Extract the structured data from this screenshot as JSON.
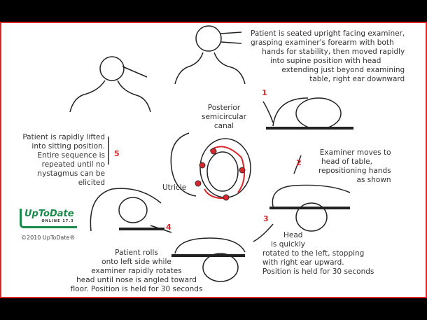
{
  "steps": [
    {
      "number": "1",
      "lines": [
        "Patient is seated upright facing examiner,",
        "grasping examiner's forearm with both",
        "hands for stability, then moved rapidly",
        "into supine position with head",
        "extending just beyond examining",
        "table, right ear downward"
      ]
    },
    {
      "number": "2",
      "lines": [
        "Examiner moves to",
        "head of table,",
        "repositioning hands",
        "as shown"
      ]
    },
    {
      "number": "3",
      "lines": [
        "Head",
        "is quickly",
        "rotated to the left, stopping",
        "with right ear upward.",
        "Position is held for 30 seconds"
      ]
    },
    {
      "number": "4",
      "lines": [
        "Patient rolls",
        "onto left side while",
        "examiner rapidly rotates",
        "head until nose is angled toward",
        "floor. Position is held for 30 seconds"
      ]
    },
    {
      "number": "5",
      "lines": [
        "Patient is rapidly lifted",
        "into sitting position.",
        "Entire sequence is",
        "repeated until no",
        "nystagmus can be",
        "elicited"
      ]
    }
  ],
  "labels": {
    "canal": [
      "Posterior",
      "semicircular",
      "canal"
    ],
    "utricle": "Utricle"
  },
  "logo": {
    "name": "UpToDate",
    "edition": "ONLINE 17.3"
  },
  "copyright": "©2010 UpToDate®",
  "colors": {
    "accent": "#d9262b",
    "logo": "#1a8a4a"
  }
}
